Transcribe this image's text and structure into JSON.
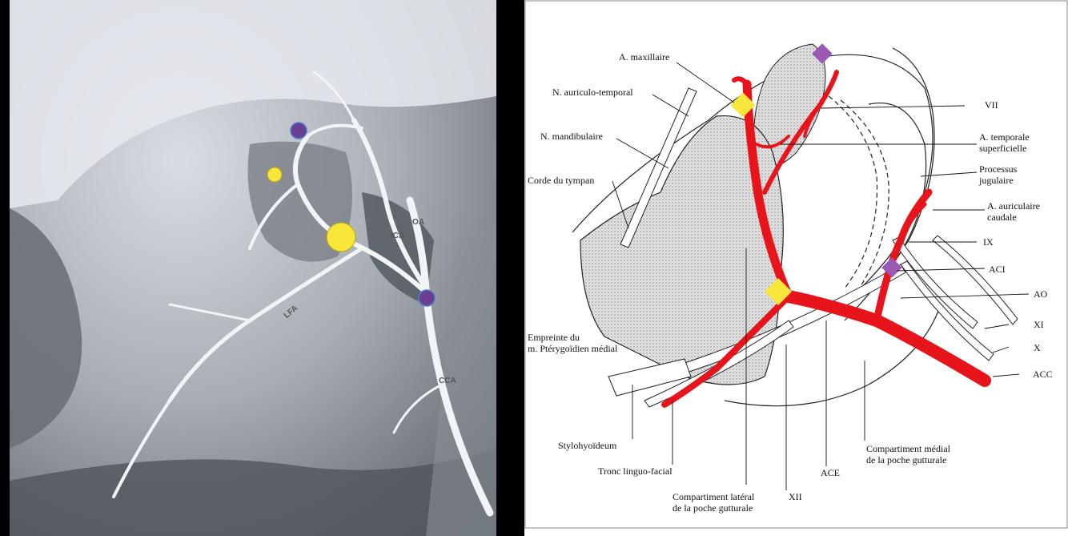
{
  "xray": {
    "labels": {
      "oa": "OA",
      "ica": "ICA",
      "lfa": "LFA",
      "cca": "CCA"
    },
    "marker_colors": {
      "purple": "#6a3f8f",
      "yellow": "#f8e63a"
    }
  },
  "diagram": {
    "labels": {
      "a_maxillaire": "A. maxillaire",
      "n_auriculo": "N. auriculo-temporal",
      "n_mandibulaire": "N. mandibulaire",
      "corde": "Corde du tympan",
      "empreinte": "Empreinte du\nm. Ptérygoïdien médial",
      "stylohyoideum": "Stylohyoïdeum",
      "tronc": "Tronc linguo-facial",
      "comp_lateral": "Compartiment latéral\nde la poche gutturale",
      "xii": "XII",
      "ace": "ACE",
      "comp_medial": "Compartiment médial\nde la poche gutturale",
      "vii": "VII",
      "a_temporale": "A. temporale\nsuperficielle",
      "processus": "Processus\njugulaire",
      "a_auriculaire": "A. auriculaire\ncaudale",
      "ix": "IX",
      "aci": "ACI",
      "ao": "AO",
      "xi": "XI",
      "x": "X",
      "acc": "ACC"
    },
    "colors": {
      "artery": "#e8141b",
      "yellow": "#f8e63a",
      "purple": "#9b59b6"
    }
  }
}
